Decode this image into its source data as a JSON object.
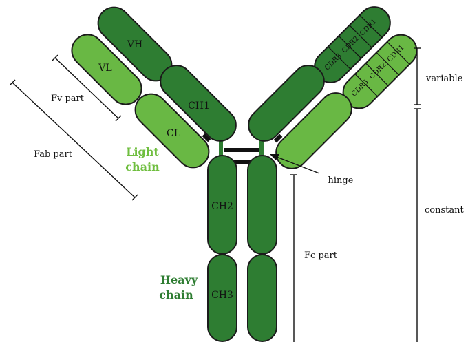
{
  "domains": {
    "vh": "VH",
    "vl": "VL",
    "ch1": "CH1",
    "cl": "CL",
    "ch2": "CH2",
    "ch3": "CH3"
  },
  "cdrs": {
    "heavy": [
      "CDR1",
      "CDR2",
      "CDR3"
    ],
    "light": [
      "CDR1",
      "CDR2",
      "CDR3"
    ]
  },
  "chains": {
    "light_line1": "Light",
    "light_line2": "chain",
    "heavy_line1": "Heavy",
    "heavy_line2": "chain"
  },
  "annotations": {
    "fv_part": "Fv part",
    "fab_part": "Fab part",
    "fc_part": "Fc part",
    "hinge": "hinge",
    "variable": "variable",
    "constant": "constant"
  },
  "colors": {
    "heavy_chain": "#2e7d32",
    "light_chain": "#69b844",
    "light_chain_label": "#6fbe3f",
    "outline": "#1b1b1b"
  }
}
